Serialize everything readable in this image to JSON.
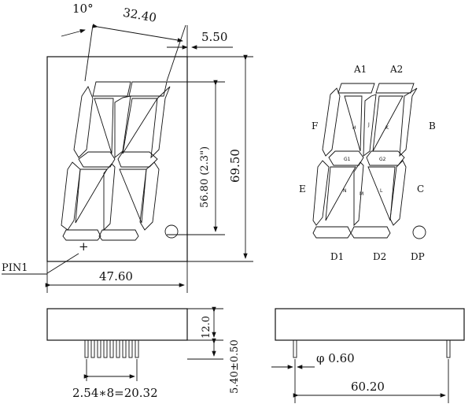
{
  "front": {
    "angle": "10°",
    "top_width": "32.40",
    "offset": "5.50",
    "char_height": "56.80 (2.3\")",
    "total_height": "69.50",
    "total_width": "47.60",
    "pin_label": "PIN1"
  },
  "segments": {
    "A1": "A1",
    "A2": "A2",
    "B": "B",
    "C": "C",
    "D1": "D1",
    "D2": "D2",
    "E": "E",
    "F": "F",
    "DP": "DP",
    "G1": "G1",
    "G2": "G2",
    "H": "H",
    "J": "J",
    "K": "K",
    "L": "L",
    "M": "M",
    "N": "N"
  },
  "side": {
    "body_height": "12.0",
    "pin_length": "5.40±0.50",
    "pin_pitch": "2.54∗8=20.32"
  },
  "end": {
    "pin_diameter": "φ 0.60",
    "pin_span": "60.20"
  }
}
